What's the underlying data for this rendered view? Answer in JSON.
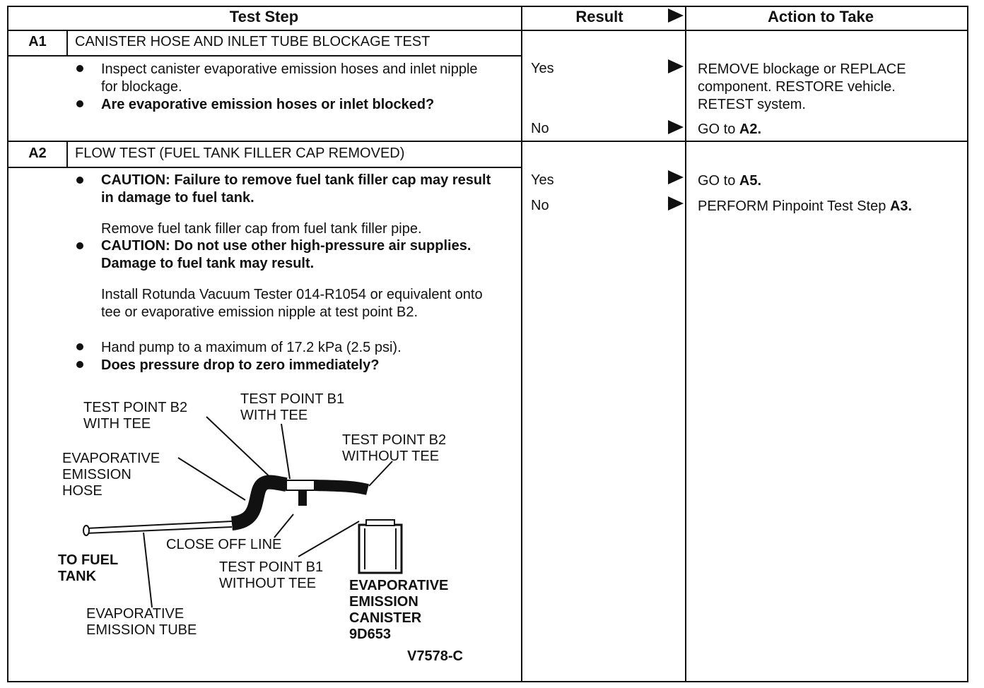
{
  "header": {
    "test_step": "Test Step",
    "result": "Result",
    "action": "Action to Take"
  },
  "steps": [
    {
      "id": "A1",
      "title": "CANISTER HOSE AND INLET TUBE BLOCKAGE TEST",
      "bullets": [
        "Inspect canister evaporative emission hoses and inlet nipple for blockage.",
        "Are evaporative emission hoses or inlet blocked?"
      ],
      "results": [
        {
          "label": "Yes",
          "action": "REMOVE blockage or REPLACE component. RESTORE vehicle. RETEST system."
        },
        {
          "label": "No",
          "action_prefix": "GO to ",
          "action_bold": "A2."
        }
      ]
    },
    {
      "id": "A2",
      "title": "FLOW TEST (FUEL TANK FILLER CAP REMOVED)",
      "bullets": [
        "CAUTION: Failure to remove fuel tank filler cap may result in damage to fuel tank.",
        "Remove fuel tank filler cap from fuel tank filler pipe.",
        "CAUTION: Do not use other high-pressure air supplies. Damage to fuel tank may result.",
        "Install Rotunda Vacuum Tester 014-R1054 or equivalent onto tee or evaporative emission nipple at test point B2.",
        "Hand pump to a maximum of 17.2 kPa (2.5 psi).",
        "Does pressure drop to zero immediately?"
      ],
      "results": [
        {
          "label": "Yes",
          "action_prefix": "GO to ",
          "action_bold": "A5."
        },
        {
          "label": "No",
          "action_prefix": "PERFORM Pinpoint Test Step ",
          "action_bold": "A3."
        }
      ]
    }
  ],
  "diagram": {
    "labels": {
      "tp_b2_tee": "TEST POINT B2\nWITH TEE",
      "tp_b1_tee": "TEST POINT B1\nWITH TEE",
      "tp_b2_notee": "TEST POINT B2\nWITHOUT TEE",
      "evap_hose": "EVAPORATIVE\nEMISSION\nHOSE",
      "close_off": "CLOSE OFF LINE",
      "tp_b1_notee": "TEST POINT B1\nWITHOUT TEE",
      "to_fuel_tank": "TO FUEL\nTANK",
      "evap_tube": "EVAPORATIVE\nEMISSION TUBE",
      "canister": "EVAPORATIVE\nEMISSION\nCANISTER\n9D653",
      "fig_code": "V7578-C"
    }
  }
}
